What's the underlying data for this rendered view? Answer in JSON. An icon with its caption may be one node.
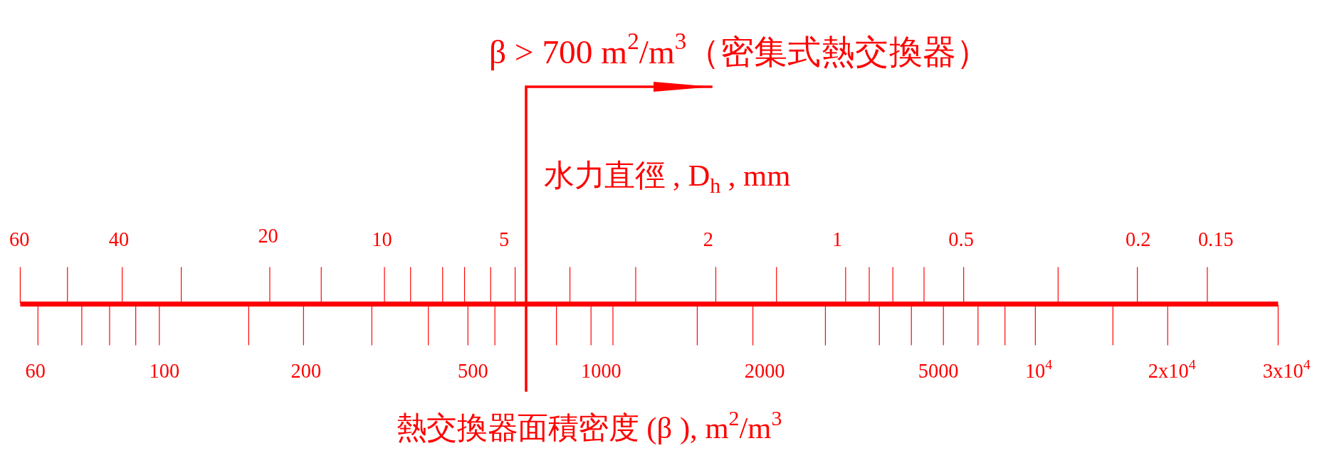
{
  "diagram": {
    "labels": [
      "β > 700  m$^{2}$/m$^{3}$（密集式熱交換器）",
      "水力直徑  , D$_{h}$ , mm",
      "60",
      "40",
      "20",
      "10",
      "5",
      "2",
      "1",
      "0.5",
      "0.2",
      "0.15",
      "60",
      "100",
      "200",
      "500",
      "1000",
      "2000",
      "5000",
      "10$^{4}$",
      "2x10$^{4}$",
      "3x10$^{4}$",
      "熱交換器面積密度  (β ), m$^{2}$/m$^{3}$"
    ]
  }
}
